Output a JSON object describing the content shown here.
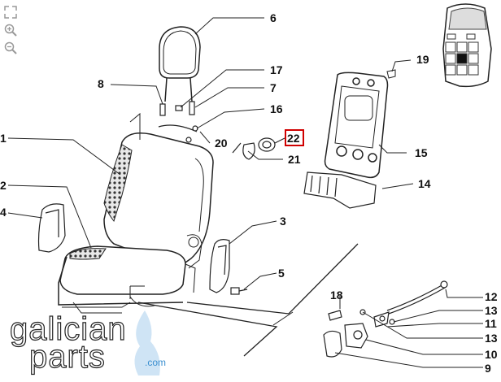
{
  "toolbar": {
    "tools": [
      {
        "name": "fullscreen-icon"
      },
      {
        "name": "zoom-in-icon"
      },
      {
        "name": "zoom-out-icon"
      }
    ]
  },
  "callouts": {
    "c1": "1",
    "c2": "2",
    "c3": "3",
    "c4": "4",
    "c5": "5",
    "c6": "6",
    "c7": "7",
    "c8": "8",
    "c9": "9",
    "c10": "10",
    "c11": "11",
    "c12": "12",
    "c13a": "13",
    "c13b": "13",
    "c14": "14",
    "c15": "15",
    "c16": "16",
    "c17": "17",
    "c18": "18",
    "c19": "19",
    "c20": "20",
    "c21": "21",
    "c22": "22"
  },
  "highlight": {
    "callout": "22",
    "color": "#d00000"
  },
  "logo": {
    "line1": "galician",
    "line2": "parts",
    "suffix": ".com",
    "accent": "#3a8fd0"
  }
}
